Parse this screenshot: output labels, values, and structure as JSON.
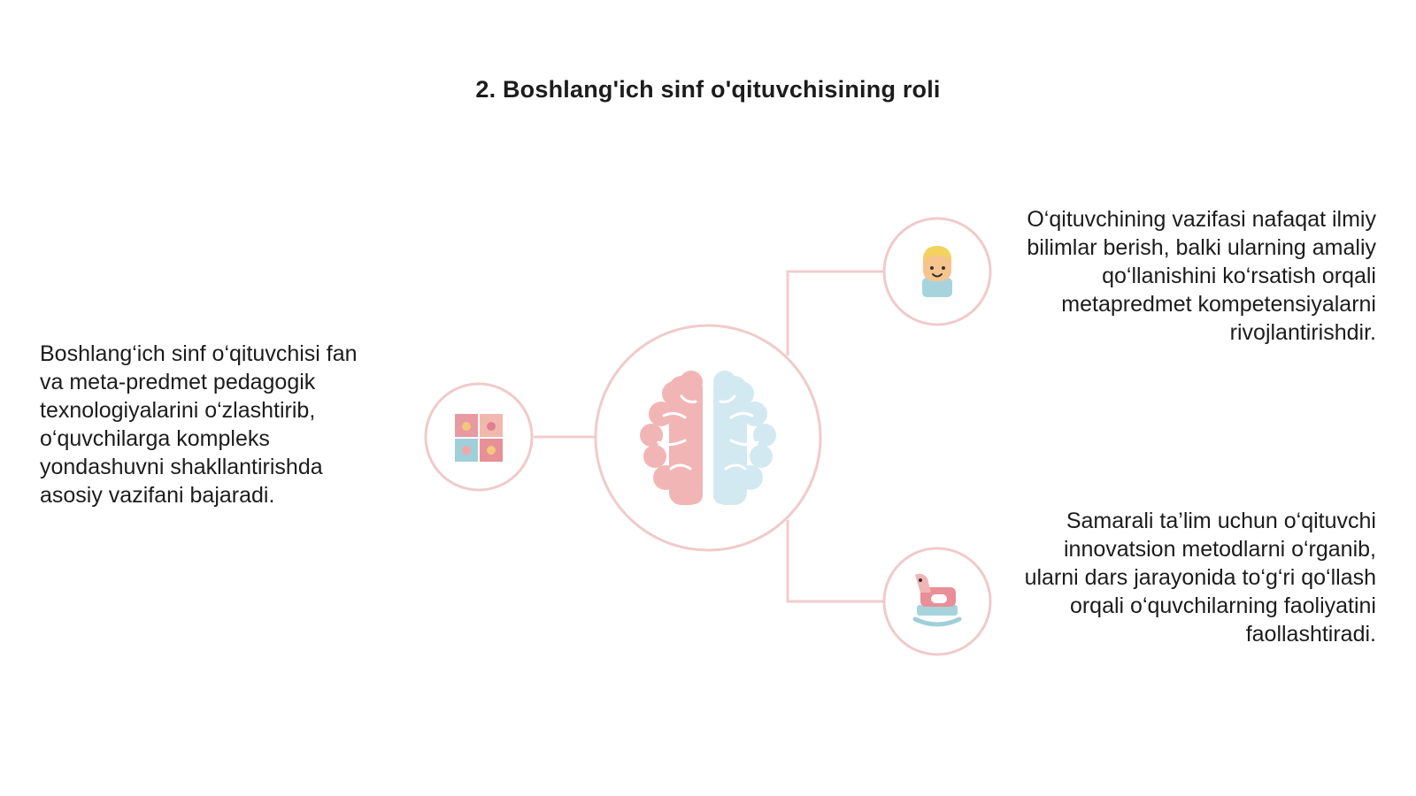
{
  "slide": {
    "title": "2. Boshlang'ich sinf o'qituvchisining roli"
  },
  "texts": {
    "left": "Boshlang‘ich sinf o‘qituvchisi fan va meta-predmet pedagogik texnologiyalarini o‘zlashtirib, o‘quvchilarga kompleks yondashuvni shakllantirishda asosiy vazifani bajaradi.",
    "right_top": "O‘qituvchining vazifasi nafaqat ilmiy bilimlar berish, balki ularning amaliy qo‘llanishini ko‘rsatish orqali metapredmet kompetensiyalarni rivojlantirishdir.",
    "right_bottom": "Samarali ta’lim uchun o‘qituvchi innovatsion metodlarni o‘rganib, ularni dars jarayonida to‘g‘ri qo‘llash orqali o‘quvchilarning faoliyatini faollashtiradi."
  },
  "icons": {
    "center": "brain-icon",
    "left": "puzzle-icon",
    "right_top": "child-face-icon",
    "right_bottom": "rocking-horse-icon"
  },
  "colors": {
    "ring": "#f0caca",
    "connector": "#f2cccc",
    "brain_left": "#f2b5b5",
    "brain_right": "#d3e9f1",
    "text": "#1c1c1c"
  }
}
